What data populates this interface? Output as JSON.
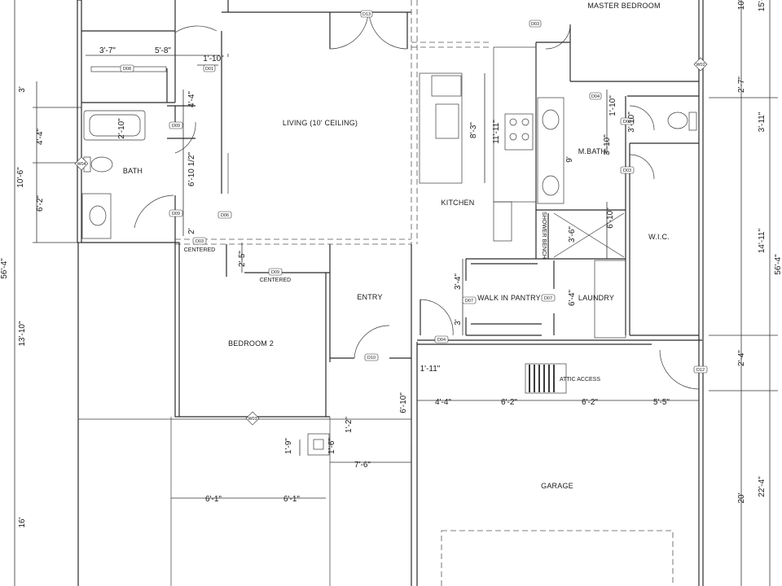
{
  "rooms": {
    "master_bedroom": "MASTER BEDROOM",
    "living": "LIVING (10' CEILING)",
    "kitchen": "KITCHEN",
    "bath": "BATH",
    "m_bath": "M.BATH",
    "wic": "W.I.C.",
    "entry": "ENTRY",
    "walk_in_pantry": "WALK IN PANTRY",
    "laundry": "LAUNDRY",
    "bedroom2": "BEDROOM 2",
    "garage": "GARAGE",
    "shower_bench": "SHOWER BENCH",
    "attic_access": "ATTIC ACCESS",
    "centered_1": "CENTERED",
    "centered_2": "CENTERED"
  },
  "tags": {
    "d13": "D13",
    "d03_master": "D03",
    "d08": "D08",
    "d01": "D01",
    "w04": "W04",
    "d09_bath": "D09",
    "d06": "D06",
    "d03_centered": "D03",
    "d09_centered": "D09",
    "d04_mbath": "D04",
    "d03_mbath_a": "D03",
    "d03_mbath_b": "D03",
    "w02": "W02",
    "d07_a": "D07",
    "d07_b": "D07",
    "d04_pantry": "D04",
    "d10": "D10",
    "d12": "D12",
    "w03": "W03"
  },
  "dimensions": {
    "d_3_7": "3'-7\"",
    "d_5_8": "5'-8\"",
    "d_1_10_top": "1'-10\"",
    "d_3": "3'",
    "d_4_4_left": "4'-4\"",
    "d_4_4_closet": "4'-4\"",
    "d_2_10": "2'-10\"",
    "d_10_6": "10'-6\"",
    "d_6_2": "6'-2\"",
    "d_6_10_half": "6'-10 1/2\"",
    "d_2": "2'",
    "d_56_4_left": "56'-4\"",
    "d_13_10": "13'-10\"",
    "d_16": "16'",
    "d_2_5": "2'-5\"",
    "d_6_1_a": "6'-1\"",
    "d_6_1_b": "6'-1\"",
    "d_1_9": "1'-9\"",
    "d_1_6": "1'-6\"",
    "d_1_2": "1'-2\"",
    "d_7_6": "7'-6\"",
    "d_6_10_entry": "6'-10\"",
    "d_1_11": "1'-11\"",
    "d_4_4_garage": "4'-4\"",
    "d_6_2_a": "6'-2\"",
    "d_6_2_b": "6'-2\"",
    "d_5_5": "5'-5\"",
    "d_11_11": "11'-11\"",
    "d_8_3": "8'-3\"",
    "d_3_4": "3'-4\"",
    "d_3_pantry": "3'",
    "d_9": "9'",
    "d_6_10_shower": "6'-10\"",
    "d_3_6": "3'-6\"",
    "d_6_4": "6'-4\"",
    "d_1_10_mbath": "1'-10\"",
    "d_3_10_a": "3'-10\"",
    "d_3_10_b": "3'-10\"",
    "d_10_right": "10'-",
    "d_15_right": "15'-",
    "d_2_7": "2'-7\"",
    "d_3_11": "3'-11\"",
    "d_14_11": "14'-11\"",
    "d_56_4_right": "56'-4\"",
    "d_2_4": "2'-4\"",
    "d_22_4": "22'-4\"",
    "d_20": "20'"
  }
}
